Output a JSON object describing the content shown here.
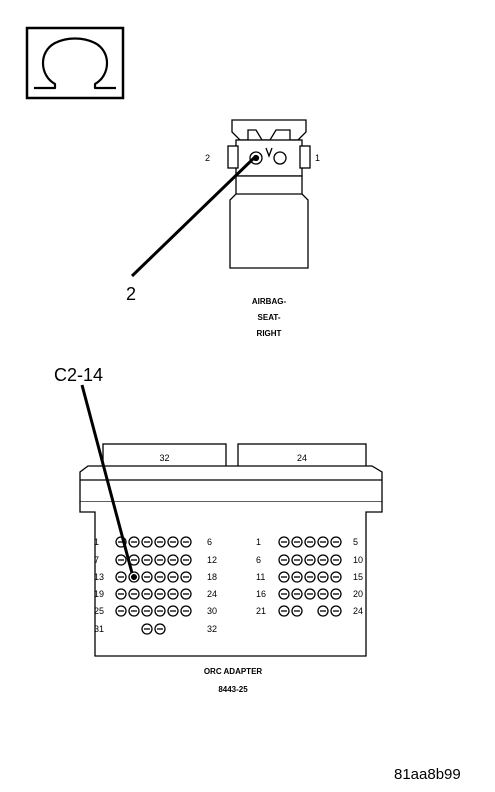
{
  "meter_icon": {
    "symbol": "Ω",
    "name": "ohmmeter-icon"
  },
  "airbag_connector": {
    "pin_left": "2",
    "pin_right": "1",
    "callout": "2",
    "caption_lines": [
      "AIRBAG-",
      "SEAT-",
      "RIGHT"
    ]
  },
  "orc_adapter": {
    "callout": "C2-14",
    "tab_left": "32",
    "tab_right": "24",
    "left_block_rows": [
      {
        "start": "1",
        "end": "6",
        "pins": 6
      },
      {
        "start": "7",
        "end": "12",
        "pins": 6
      },
      {
        "start": "13",
        "end": "18",
        "pins": 6
      },
      {
        "start": "19",
        "end": "24",
        "pins": 6
      },
      {
        "start": "25",
        "end": "30",
        "pins": 6
      },
      {
        "start": "31",
        "end": "32",
        "pins": 2
      }
    ],
    "right_block_rows": [
      {
        "start": "1",
        "end": "5",
        "pins": 5
      },
      {
        "start": "6",
        "end": "10",
        "pins": 5
      },
      {
        "start": "11",
        "end": "15",
        "pins": 5
      },
      {
        "start": "16",
        "end": "20",
        "pins": 5
      },
      {
        "start": "21",
        "end": "24",
        "pins": 4
      }
    ],
    "caption": "ORC ADAPTER",
    "part_number": "8443-25"
  },
  "figure_id": "81aa8b99"
}
